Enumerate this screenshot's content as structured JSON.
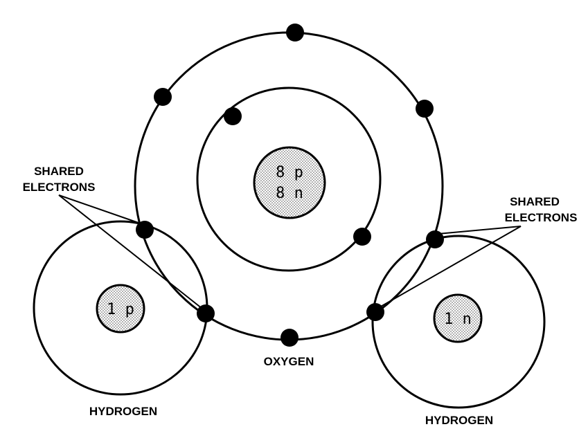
{
  "colors": {
    "ink": "#000000",
    "background": "#ffffff",
    "nucleus_dots": "#555555"
  },
  "oxygen": {
    "label": "OXYGEN",
    "nucleus_protons": "8 p",
    "nucleus_neutrons": "8 n",
    "inner_shell_electrons": 2,
    "outer_shell_electrons": 8
  },
  "hydrogen_left": {
    "label": "HYDROGEN",
    "nucleus": "1 p"
  },
  "hydrogen_right": {
    "label": "HYDROGEN",
    "nucleus": "1 n"
  },
  "callouts": {
    "left": {
      "line1": "SHARED",
      "line2": "ELECTRONS"
    },
    "right": {
      "line1": "SHARED",
      "line2": "ELECTRONS"
    }
  }
}
